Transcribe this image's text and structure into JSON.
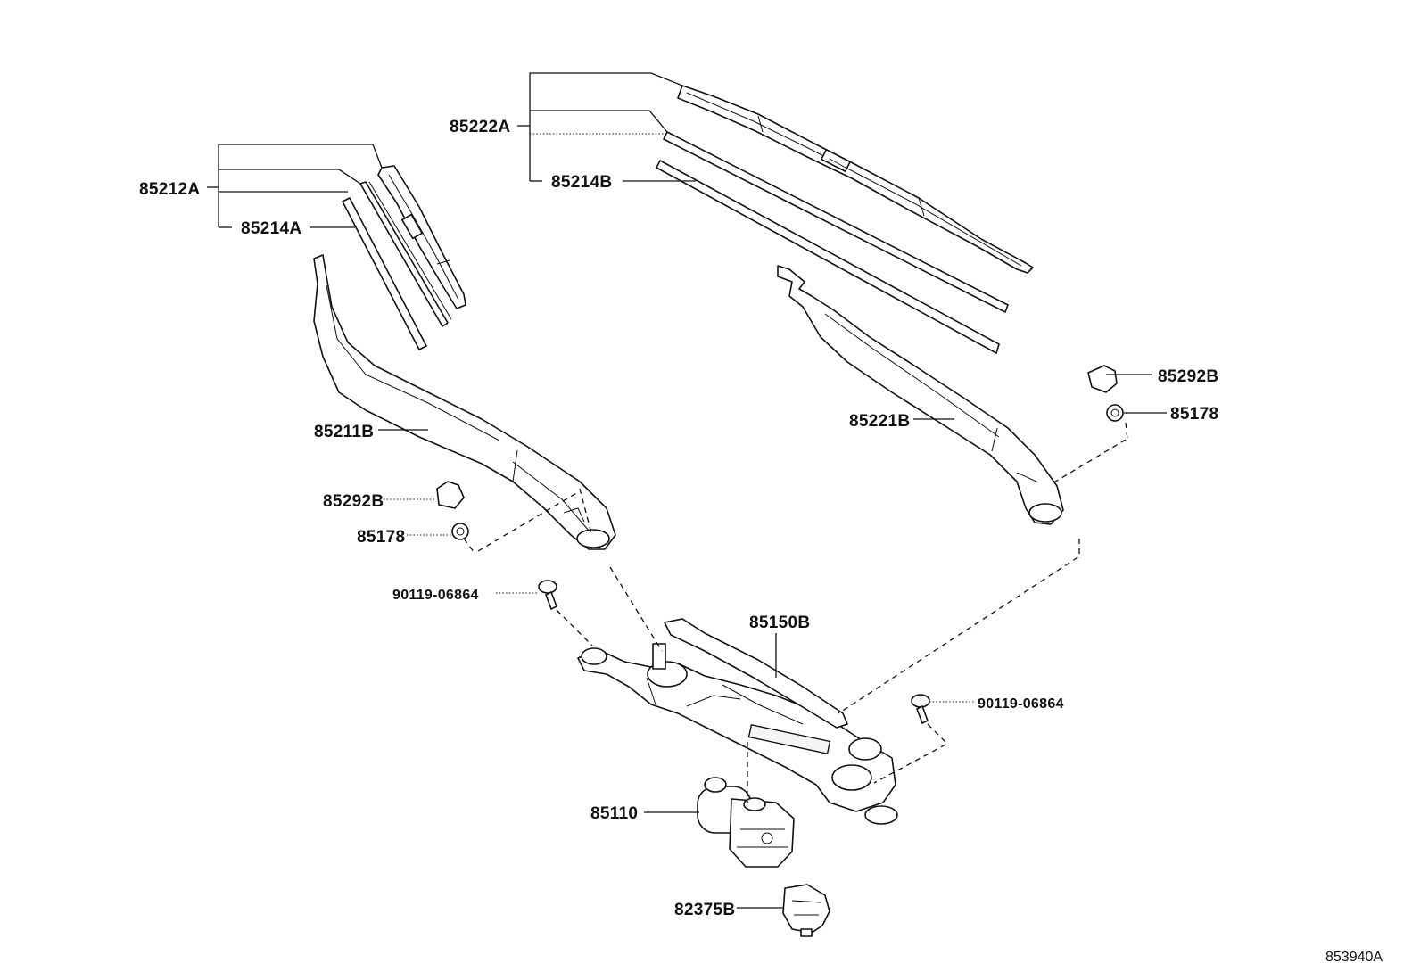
{
  "diagram_id": "853940A",
  "labels": {
    "p85222A": "85222A",
    "p85214B": "85214B",
    "p85212A": "85212A",
    "p85214A": "85214A",
    "p85211B": "85211B",
    "p85221B": "85221B",
    "p85292B_right": "85292B",
    "p85178_right": "85178",
    "p85292B_left": "85292B",
    "p85178_left": "85178",
    "p90119_left": "90119-06864",
    "p90119_right": "90119-06864",
    "p85150B": "85150B",
    "p85110": "85110",
    "p82375B": "82375B"
  }
}
